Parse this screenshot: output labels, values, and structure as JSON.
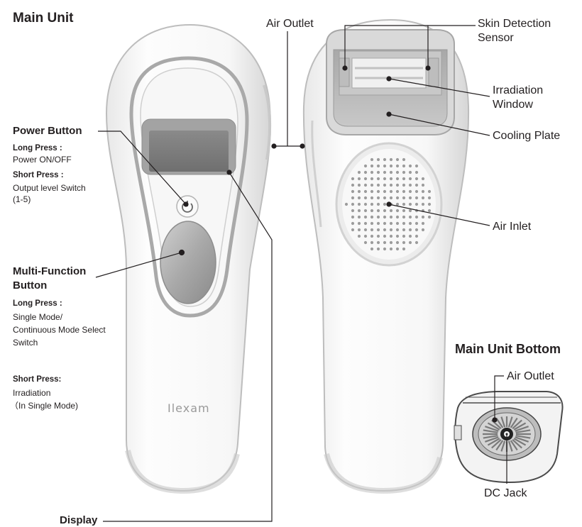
{
  "main_unit": {
    "title": "Main Unit",
    "brand": "Ilexam",
    "power_button": {
      "title": "Power Button",
      "long_press_label": "Long Press :",
      "long_press_desc": "Power ON/OFF",
      "short_press_label": "Short Press :",
      "short_press_desc_1": "Output level Switch",
      "short_press_desc_2": "(1-5)"
    },
    "multi_function_button": {
      "title_1": "Multi-Function",
      "title_2": "Button",
      "long_press_label": "Long Press :",
      "long_press_desc_1": "Single Mode/",
      "long_press_desc_2": "Continuous Mode Select",
      "long_press_desc_3": "Switch",
      "short_press_label": "Short Press:",
      "short_press_desc_1": "Irradiation",
      "short_press_desc_2": "（In Single Mode)"
    },
    "display_label": "Display"
  },
  "back_view": {
    "air_outlet": "Air Outlet",
    "skin_sensor_1": "Skin Detection",
    "skin_sensor_2": "Sensor",
    "irradiation_window_1": "Irradiation",
    "irradiation_window_2": "Window",
    "cooling_plate": "Cooling Plate",
    "air_inlet": "Air Inlet"
  },
  "bottom_view": {
    "title": "Main Unit Bottom",
    "air_outlet": "Air Outlet",
    "dc_jack": "DC Jack"
  }
}
